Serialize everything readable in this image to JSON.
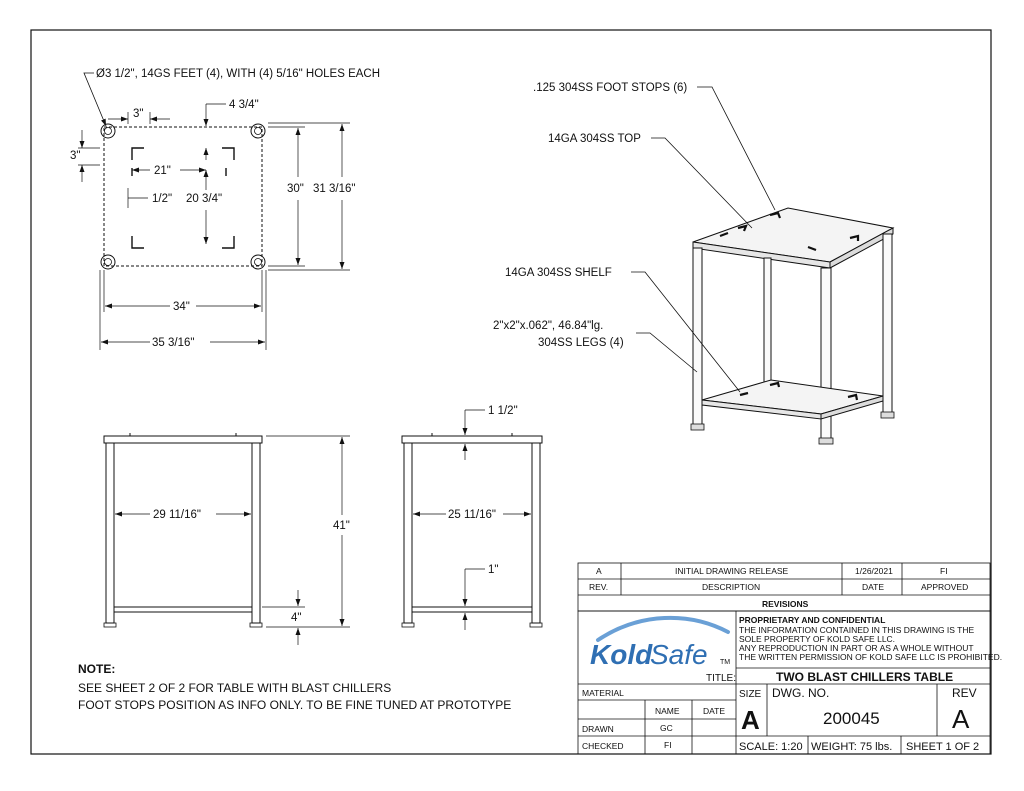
{
  "plan_view": {
    "feet_callout": "Ø3 1/2\", 14GS FEET (4), WITH (4) 5/16\" HOLES EACH",
    "dim_3_top": "3\"",
    "dim_4_3_4": "4 3/4\"",
    "dim_3_left": "3\"",
    "dim_21": "21\"",
    "dim_1_2": "1/2\"",
    "dim_20_3_4": "20 3/4\"",
    "dim_30": "30\"",
    "dim_31_3_16": "31 3/16\"",
    "dim_34": "34\"",
    "dim_35_3_16": "35 3/16\""
  },
  "iso_view": {
    "foot_stops": ".125 304SS FOOT STOPS (6)",
    "top": "14GA 304SS TOP",
    "shelf": "14GA 304SS SHELF",
    "legs_line1": "2\"x2\"x.062\", 46.84\"lg.",
    "legs_line2": "304SS LEGS (4)"
  },
  "front_view": {
    "dim_29_11_16": "29 11/16\"",
    "dim_41": "41\"",
    "dim_4": "4\""
  },
  "side_view": {
    "dim_1_1_2": "1 1/2\"",
    "dim_25_11_16": "25 11/16\"",
    "dim_1": "1\""
  },
  "notes": {
    "heading": "NOTE:",
    "line1": "SEE SHEET 2 OF 2 FOR TABLE WITH BLAST CHILLERS",
    "line2": "FOOT STOPS POSITION AS INFO ONLY. TO BE FINE TUNED AT PROTOTYPE"
  },
  "revisions": {
    "row": {
      "rev": "A",
      "description": "INITIAL DRAWING RELEASE",
      "date": "1/26/2021",
      "approved": "FI"
    },
    "header": {
      "rev": "REV.",
      "description": "DESCRIPTION",
      "date": "DATE",
      "approved": "APPROVED"
    },
    "title": "REVISIONS"
  },
  "title_block": {
    "logo_text_kold": "Kold",
    "logo_text_safe": "Safe",
    "logo_tm": "TM",
    "proprietary_heading": "PROPRIETARY AND CONFIDENTIAL",
    "proprietary_1": "THE INFORMATION CONTAINED IN THIS DRAWING IS THE",
    "proprietary_2": "SOLE PROPERTY OF KOLD SAFE LLC.",
    "proprietary_3": "ANY REPRODUCTION IN PART OR AS A WHOLE WITHOUT",
    "proprietary_4": "THE WRITTEN PERMISSION OF KOLD SAFE LLC IS PROHIBITED.",
    "title_label": "TITLE:",
    "title": "TWO BLAST CHILLERS TABLE",
    "material_label": "MATERIAL",
    "name_label": "NAME",
    "date_label": "DATE",
    "drawn_label": "DRAWN",
    "drawn_name": "GC",
    "checked_label": "CHECKED",
    "checked_name": "FI",
    "size_label": "SIZE",
    "size": "A",
    "dwg_label": "DWG.  NO.",
    "dwg_no": "200045",
    "rev_label": "REV",
    "rev": "A",
    "scale": "SCALE: 1:20",
    "weight": "WEIGHT: 75 lbs.",
    "sheet": "SHEET 1 OF 2"
  },
  "colors": {
    "logo_blue": "#2f6fb3",
    "logo_light": "#6aa0d6"
  }
}
